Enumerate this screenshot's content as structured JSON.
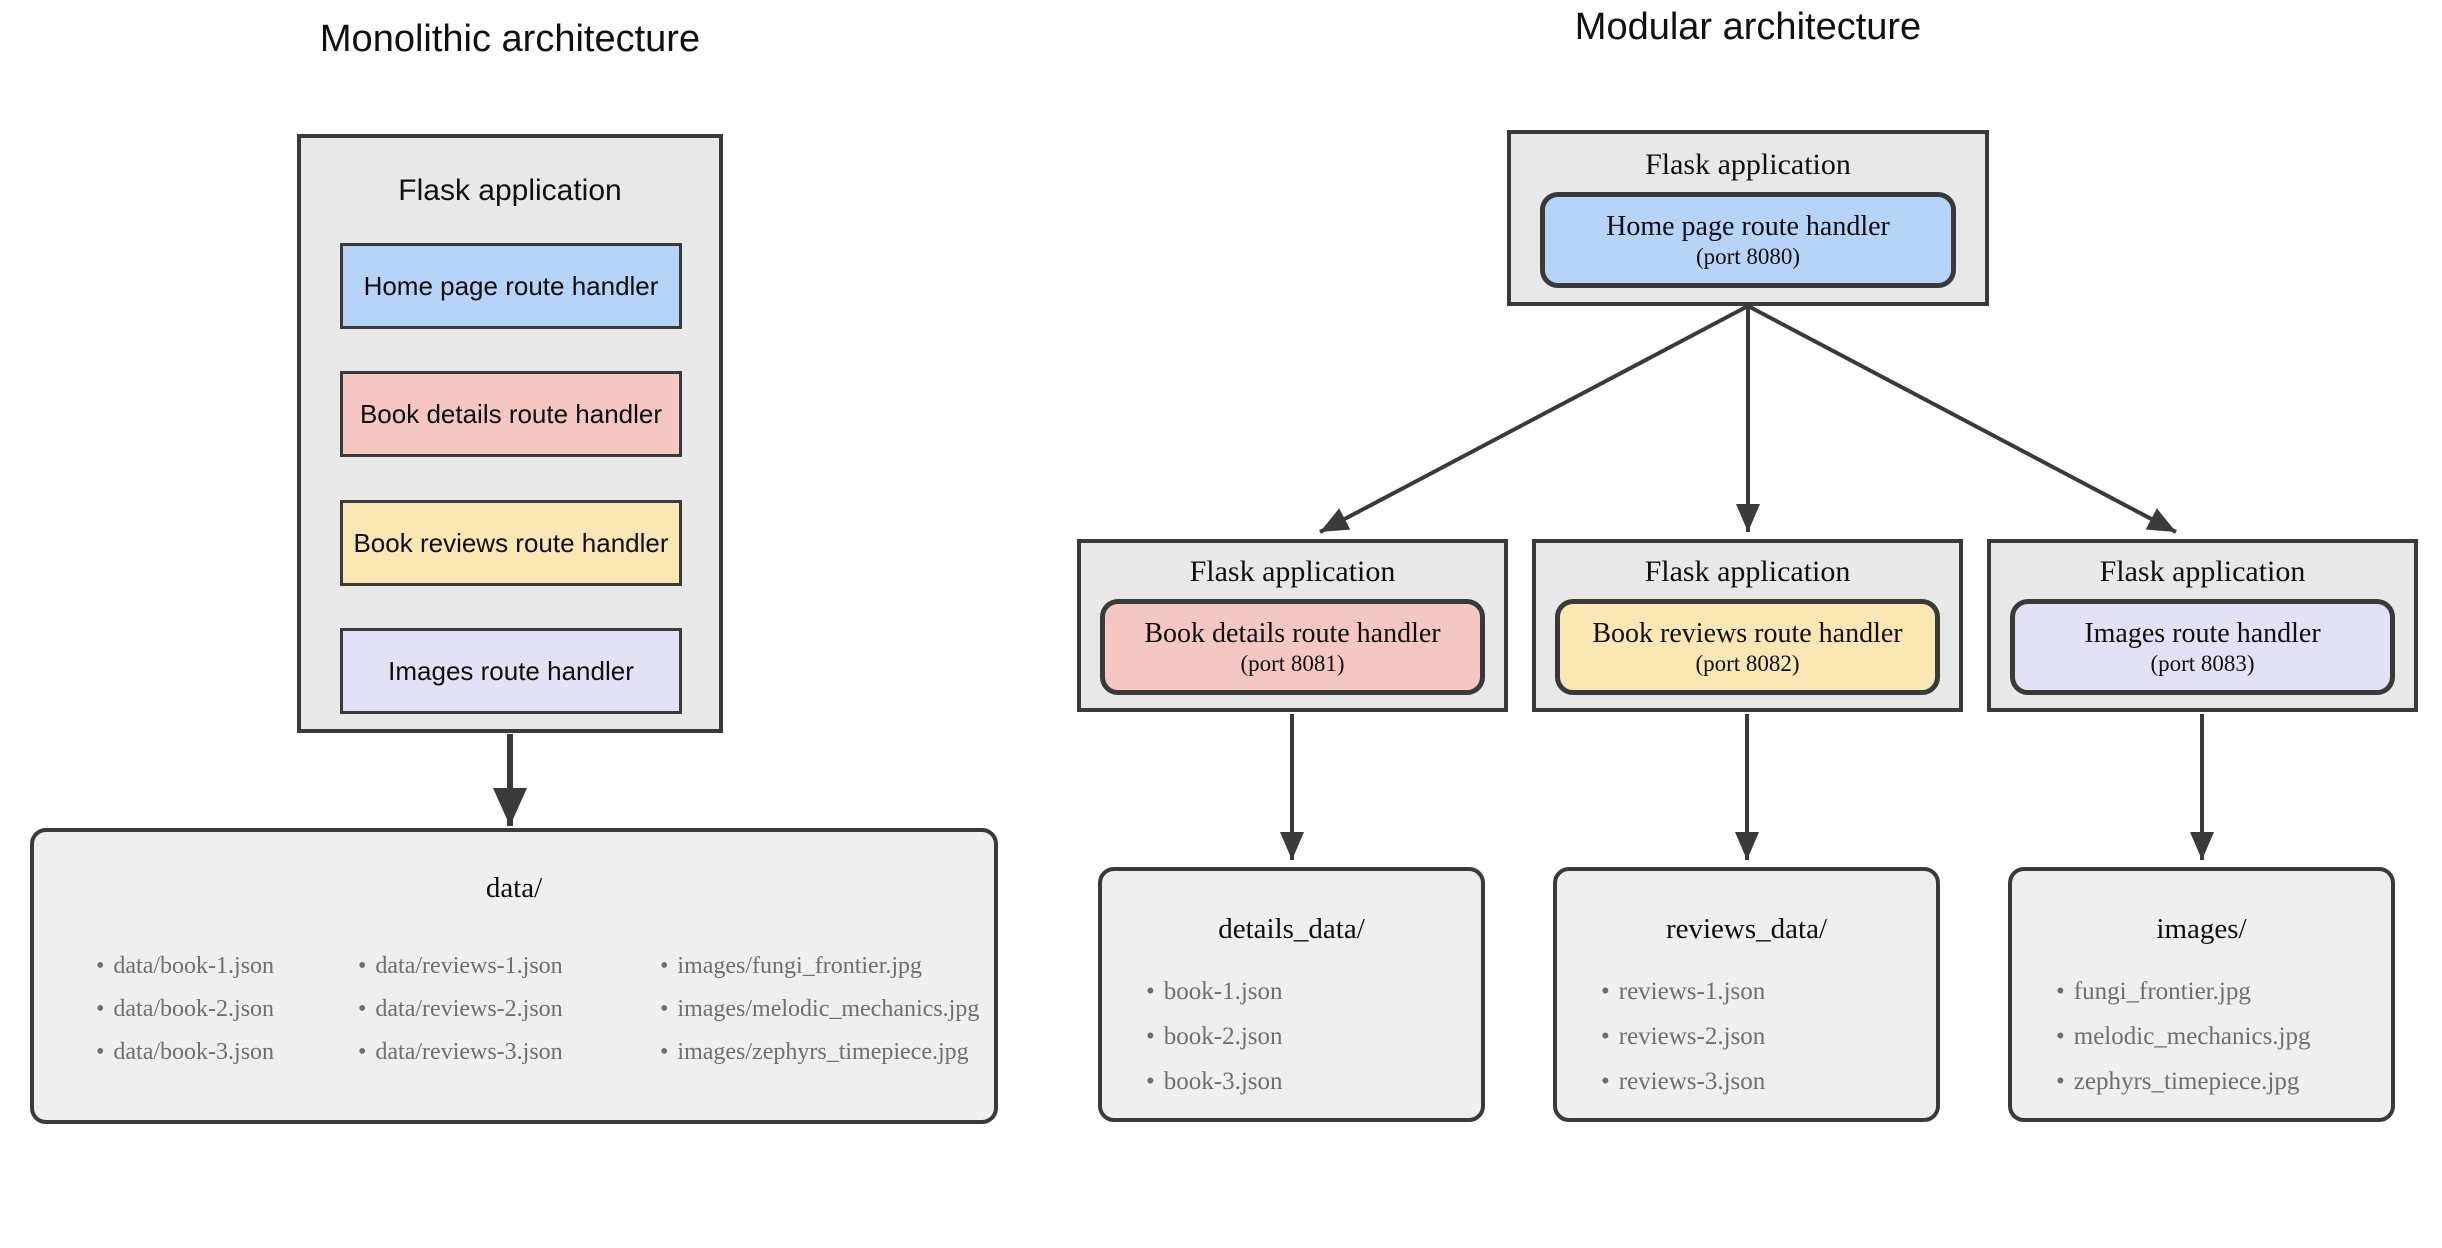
{
  "monolithic": {
    "title": "Monolithic architecture",
    "app": {
      "title": "Flask application",
      "handlers": [
        {
          "label": "Home page route handler",
          "color": "#b6d3f8"
        },
        {
          "label": "Book details route handler",
          "color": "#f5c7c3"
        },
        {
          "label": "Book reviews route handler",
          "color": "#fbe7b3"
        },
        {
          "label": "Images route handler",
          "color": "#e3e1f6"
        }
      ]
    },
    "store": {
      "title": "data/",
      "columns": [
        [
          "data/book-1.json",
          "data/book-2.json",
          "data/book-3.json"
        ],
        [
          "data/reviews-1.json",
          "data/reviews-2.json",
          "data/reviews-3.json"
        ],
        [
          "images/fungi_frontier.jpg",
          "images/melodic_mechanics.jpg",
          "images/zephyrs_timepiece.jpg"
        ]
      ]
    }
  },
  "modular": {
    "title": "Modular architecture",
    "root": {
      "app_title": "Flask application",
      "handler": "Home page route handler",
      "port": "(port 8080)",
      "color": "#b6d3f8"
    },
    "services": [
      {
        "app_title": "Flask application",
        "handler": "Book details route handler",
        "port": "(port 8081)",
        "color": "#f5c7c3",
        "store": {
          "title": "details_data/",
          "files": [
            "book-1.json",
            "book-2.json",
            "book-3.json"
          ]
        }
      },
      {
        "app_title": "Flask application",
        "handler": "Book reviews route handler",
        "port": "(port 8082)",
        "color": "#fbe7b3",
        "store": {
          "title": "reviews_data/",
          "files": [
            "reviews-1.json",
            "reviews-2.json",
            "reviews-3.json"
          ]
        }
      },
      {
        "app_title": "Flask application",
        "handler": "Images route handler",
        "port": "(port 8083)",
        "color": "#e3e1f6",
        "store": {
          "title": "images/",
          "files": [
            "fungi_frontier.jpg",
            "melodic_mechanics.jpg",
            "zephyrs_timepiece.jpg"
          ]
        }
      }
    ]
  },
  "palette": {
    "app_box_fill": "#e8e8e8",
    "store_box_fill": "#efefef",
    "border": "#3a3a3a",
    "arrow": "#3a3a3a",
    "muted_file_text": "#6e6e6e",
    "title_text": "#101010"
  }
}
